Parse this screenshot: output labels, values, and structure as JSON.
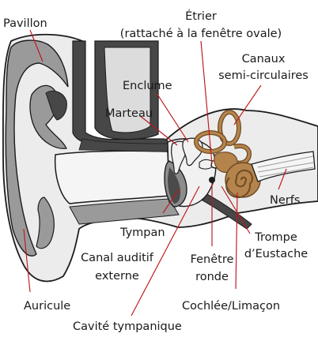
{
  "diagram": {
    "labels": {
      "pavillon": "Pavillon",
      "etrier_1": "Étrier",
      "etrier_2": "(rattaché à la fenêtre ovale)",
      "canaux_1": "Canaux",
      "canaux_2": "semi-circulaires",
      "enclume": "Enclume",
      "marteau": "Marteau",
      "nerfs": "Nerfs",
      "tympan": "Tympan",
      "trompe_1": "Trompe",
      "trompe_2": "d’Eustache",
      "canal_1": "Canal auditif",
      "canal_2": "externe",
      "fenetre_1": "Fenêtre",
      "fenetre_2": "ronde",
      "auricule": "Auricule",
      "cochlee": "Cochlée/Limaçon",
      "cavite": "Cavité tympanique"
    },
    "colors": {
      "skin_light": "#ececec",
      "skin_mid": "#9a9a9a",
      "skin_dark": "#474747",
      "outline": "#1c1c1c",
      "bone": "#f1f1f1",
      "eardrum": "#8c8c8c",
      "eardrum_dark": "#4b4b4b",
      "cochlea": "#b5844c",
      "cochlea_dark": "#6e4b24",
      "leader_line": "#c0171c"
    }
  }
}
